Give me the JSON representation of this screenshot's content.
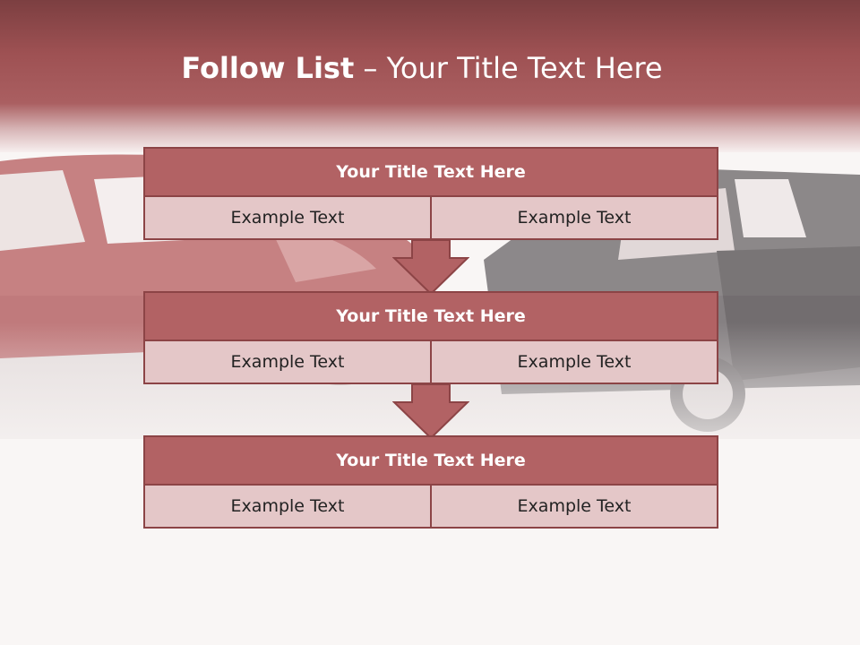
{
  "title": {
    "strong": "Follow List",
    "rest": " – Your Title Text Here"
  },
  "blocks": [
    {
      "title": "Your Title Text Here",
      "left": "Example Text",
      "right": "Example Text"
    },
    {
      "title": "Your Title Text Here",
      "left": "Example Text",
      "right": "Example Text"
    },
    {
      "title": "Your Title Text Here",
      "left": "Example Text",
      "right": "Example Text"
    }
  ],
  "colors": {
    "header": "#9e5153",
    "block_title": "#b26264",
    "block_cell": "#e4c7c8",
    "border": "#8c4446"
  },
  "background_image": "two cars (red car on left, dark car on right) faded behind the diagram"
}
